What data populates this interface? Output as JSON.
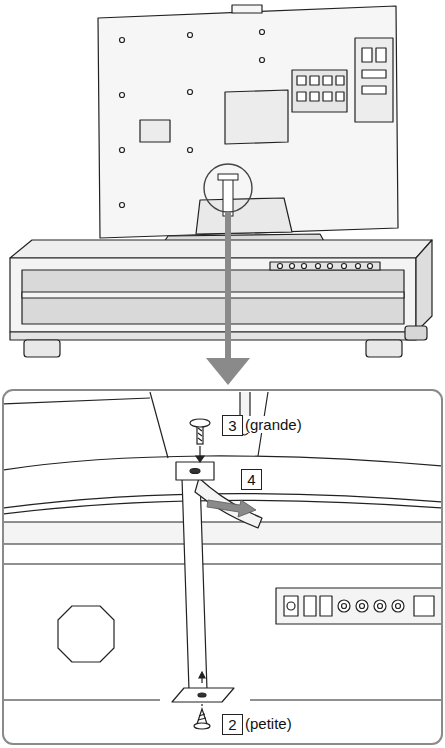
{
  "diagram": {
    "nodes": [
      {
        "text": [
          "3"
        ]
      },
      {
        "text": [
          "4"
        ]
      },
      {
        "text": [
          "2"
        ]
      }
    ],
    "labels": [
      "(grande)",
      "(petite)"
    ]
  }
}
